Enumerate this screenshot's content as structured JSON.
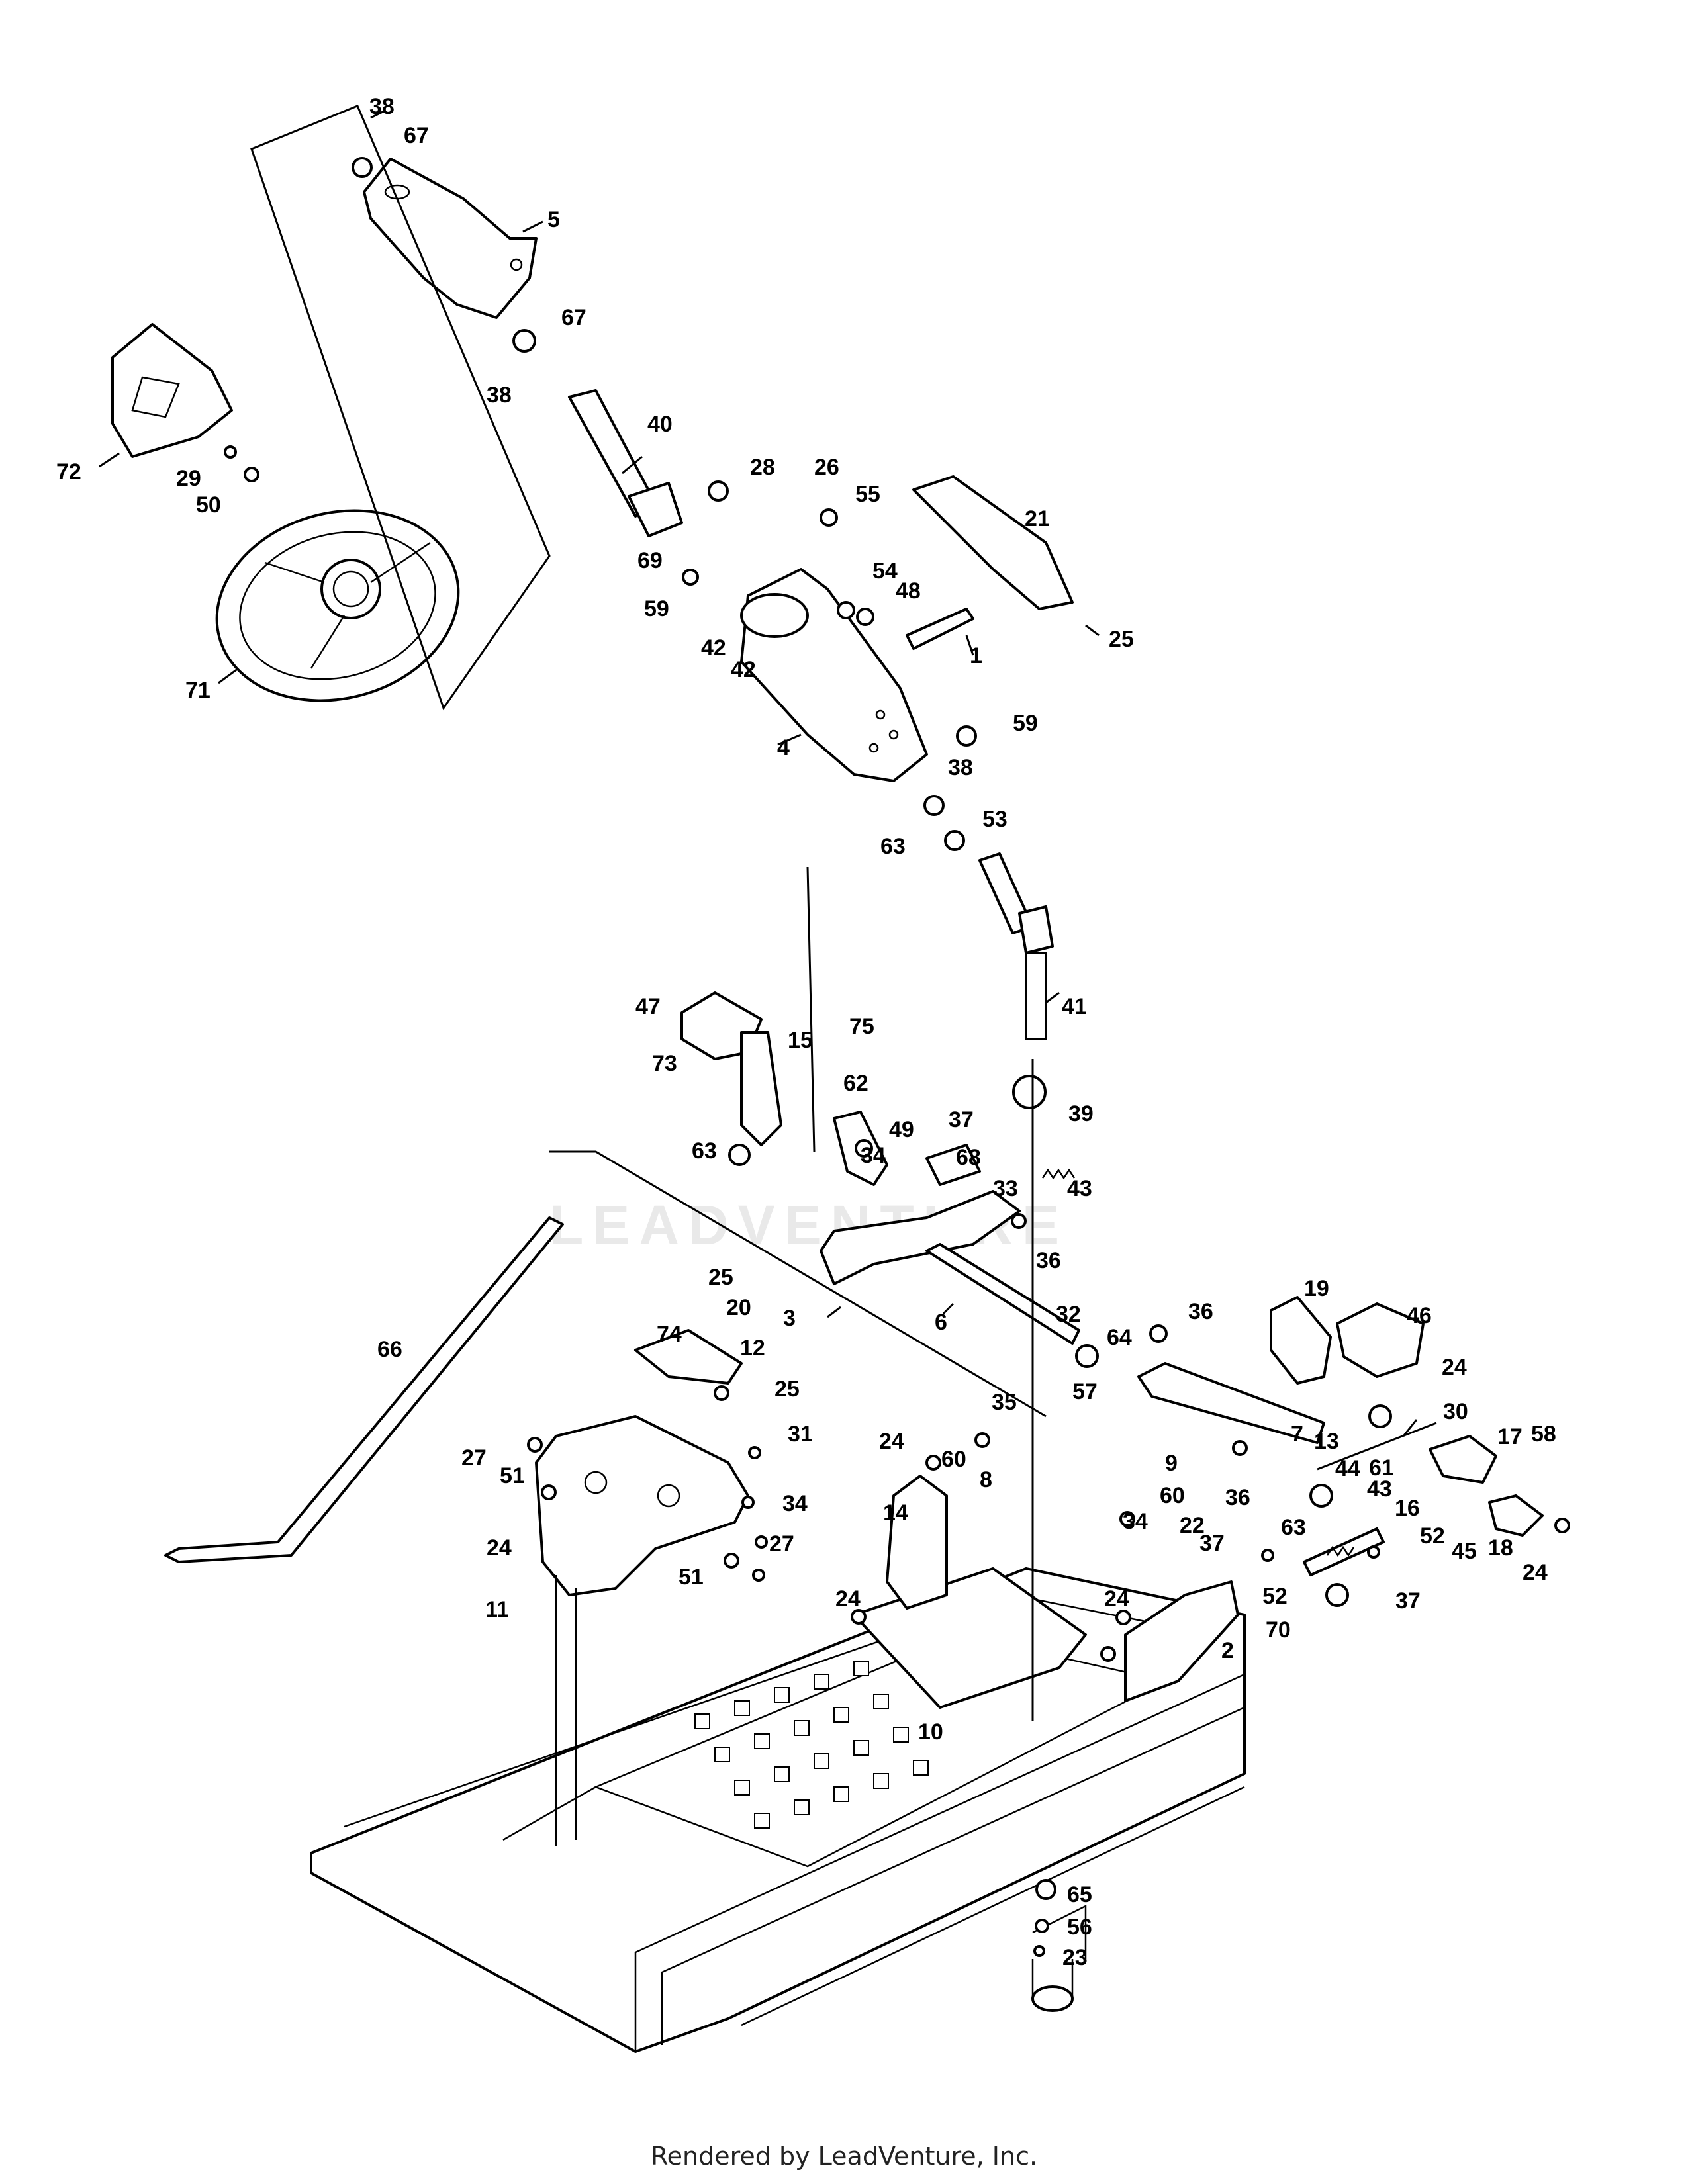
{
  "watermark": "LEADVENTURE",
  "footer": "Rendered by LeadVenture, Inc.",
  "callouts": [
    "38",
    "67",
    "5",
    "67",
    "38",
    "40",
    "72",
    "29",
    "50",
    "71",
    "28",
    "26",
    "55",
    "21",
    "69",
    "59",
    "54",
    "48",
    "42",
    "42",
    "1",
    "25",
    "59",
    "4",
    "38",
    "63",
    "53",
    "41",
    "47",
    "15",
    "75",
    "73",
    "62",
    "49",
    "37",
    "39",
    "63",
    "34",
    "68",
    "33",
    "43",
    "36",
    "25",
    "20",
    "3",
    "6",
    "32",
    "64",
    "36",
    "19",
    "46",
    "24",
    "30",
    "66",
    "74",
    "12",
    "25",
    "35",
    "57",
    "13",
    "44",
    "61",
    "7",
    "17",
    "58",
    "31",
    "24",
    "8",
    "60",
    "9",
    "36",
    "27",
    "51",
    "34",
    "34",
    "60",
    "22",
    "63",
    "43",
    "16",
    "52",
    "45",
    "18",
    "24",
    "14",
    "37",
    "52",
    "24",
    "27",
    "51",
    "24",
    "37",
    "11",
    "24",
    "2",
    "70",
    "10",
    "65",
    "56",
    "23"
  ]
}
